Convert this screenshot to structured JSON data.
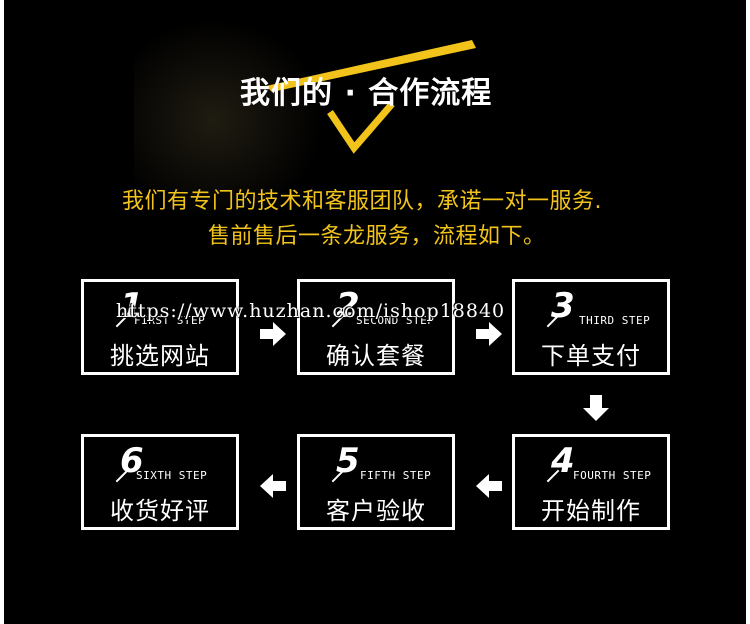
{
  "title": "我们的 · 合作流程",
  "intro": {
    "line1": "我们有专门的技术和客服团队，承诺一对一服务.",
    "line2": "售前售后一条龙服务，流程如下。"
  },
  "steps": [
    {
      "num": "1",
      "label": "FIRST STEP",
      "name": "挑选网站"
    },
    {
      "num": "2",
      "label": "SECOND STEP",
      "name": "确认套餐"
    },
    {
      "num": "3",
      "label": "THIRD STEP",
      "name": "下单支付"
    },
    {
      "num": "4",
      "label": "FOURTH STEP",
      "name": "开始制作"
    },
    {
      "num": "5",
      "label": "FIFTH STEP",
      "name": "客户验收"
    },
    {
      "num": "6",
      "label": "SIXTH STEP",
      "name": "收货好评"
    }
  ],
  "watermark": "https://www.huzhan.com/ishop18840",
  "colors": {
    "background": "#000000",
    "accent": "#f2c31b",
    "text": "#ffffff"
  }
}
